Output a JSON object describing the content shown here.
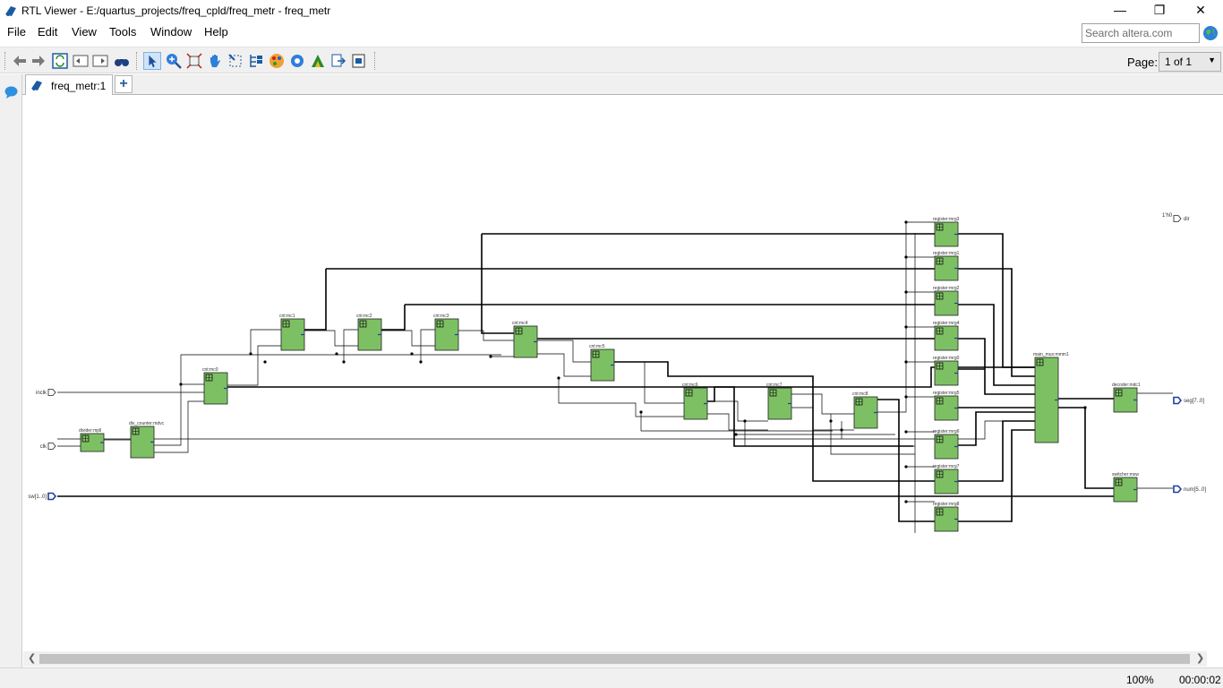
{
  "window": {
    "title": "RTL Viewer - E:/quartus_projects/freq_cpld/freq_metr - freq_metr",
    "minimize": "—",
    "maximize": "❐",
    "close": "✕"
  },
  "menu": {
    "items": [
      "File",
      "Edit",
      "View",
      "Tools",
      "Window",
      "Help"
    ]
  },
  "search": {
    "placeholder": "Search altera.com"
  },
  "toolbar": {
    "page_label": "Page:",
    "page_value": "1 of 1",
    "buttons": [
      "back-icon",
      "forward-icon",
      "refresh-icon",
      "collapse-icon",
      "expand-icon",
      "find-icon",
      "select-icon",
      "zoom-icon",
      "fit-icon",
      "hand-icon",
      "area-select-icon",
      "hierarchy-icon",
      "color-icon",
      "settings-icon",
      "netlist-icon",
      "export-icon",
      "print-icon"
    ]
  },
  "tab": {
    "label": "freq_metr:1",
    "add": "+"
  },
  "status": {
    "zoom": "100%",
    "time": "00:00:02"
  },
  "schematic": {
    "inputs": [
      "inclk",
      "clk",
      "sw[1..0]"
    ],
    "outputs": [
      "dir",
      "seg[7..0]",
      "num[5..0]"
    ],
    "constant": "1'h0",
    "blocks": {
      "divider": "divider:mpll",
      "div_counter": "div_counter:mdvc",
      "cnt0": "cnt:mc0",
      "cnt1": "cnt:mc1",
      "cnt2": "cnt:mc2",
      "cnt3": "cnt:mc3",
      "cnt4": "cnt:mc4",
      "cnt5": "cnt:mc5",
      "cnt6": "cnt:mc6",
      "cnt7": "cnt:mc7",
      "cnt8": "cnt:mc8",
      "reg3": "register:mrg3",
      "reg1": "register:mrg1",
      "reg2": "register:mrg2",
      "reg4": "register:mrg4",
      "reg0": "register:mrg0",
      "reg5": "register:mrg5",
      "reg6": "register:mrg6",
      "reg7": "register:mrg7",
      "reg8": "register:mrg8",
      "mux": "main_mux:mmm1",
      "decoder": "decoder:mdc1",
      "switcher": "switcher:msw"
    }
  },
  "colors": {
    "block_fill": "#7dc063",
    "wire": "#000000",
    "bus_port": "#1f3fa0",
    "accent": "#1f6fd0"
  }
}
